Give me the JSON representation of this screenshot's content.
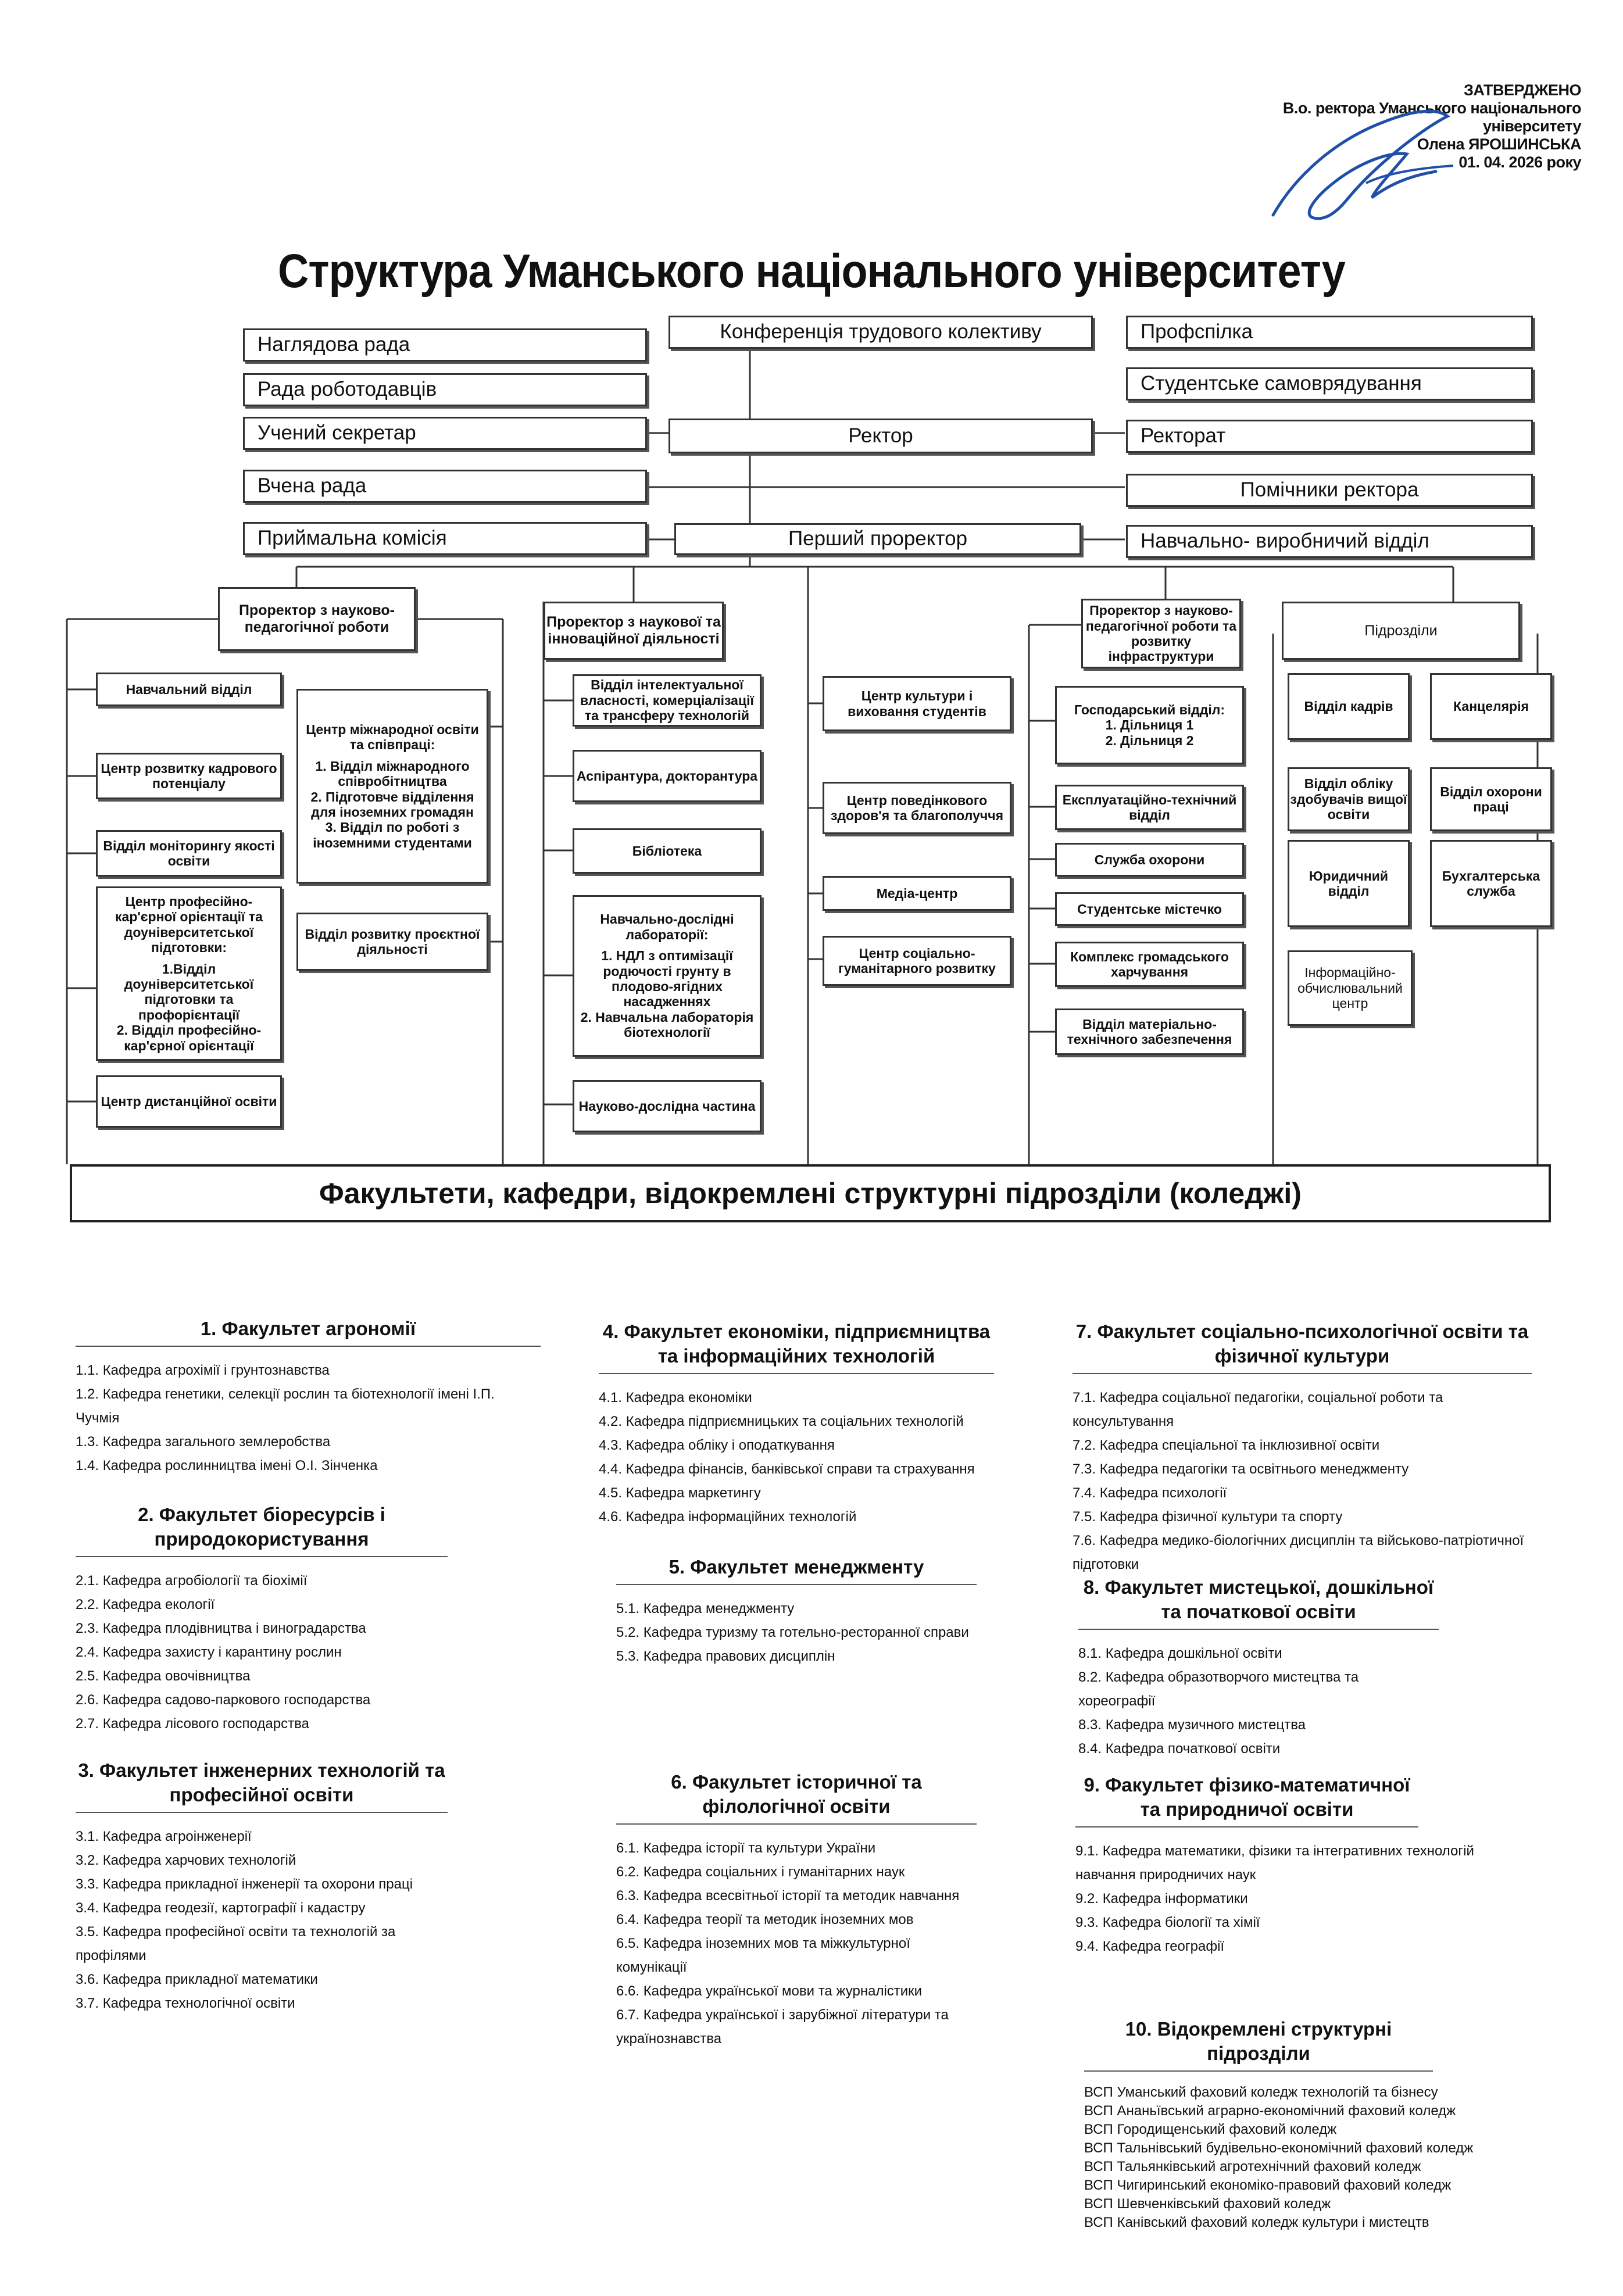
{
  "approval": {
    "line1": "ЗАТВЕРДЖЕНО",
    "line2": "В.о. ректора Уманського національного",
    "line3": "університету",
    "line4": "Олена ЯРОШИНСЬКА",
    "line5": "01. 04. 2026 року"
  },
  "title": "Структура Уманського національного університету",
  "top": {
    "conference": "Конференція трудового колективу",
    "supervisory": "Наглядова рада",
    "employers": "Рада роботодавців",
    "secretary": "Учений секретар",
    "academic_council": "Вчена рада",
    "admission": "Приймальна комісія",
    "rector": "Ректор",
    "first_prorector": "Перший проректор",
    "union": "Профспілка",
    "student_gov": "Студентське самоврядування",
    "rectorate": "Ректорат",
    "assistants": "Помічники ректора",
    "production": "Навчально- виробничий відділ"
  },
  "branches": {
    "ped": {
      "head": "Проректор з науково-педагогічної роботи",
      "items": [
        "Навчальний відділ",
        "Центр розвитку кадрового потенціалу",
        "Відділ моніторингу якості освіти",
        "Центр професійно-кар'єрної орієнтації та доуніверситетської підготовки:",
        "1.Відділ доуніверситетської підготовки та профорієнтації",
        "2. Відділ професійно-кар'єрної орієнтації",
        "Центр дистанційної освіти"
      ],
      "intl_title": "Центр міжнародної освіти та співпраці:",
      "intl_items": [
        "1. Відділ міжнародного співробітництва",
        "2. Підготовче відділення для іноземних громадян",
        "3. Відділ по роботі з іноземними студентами"
      ],
      "project": "Відділ розвитку проєктної діяльності"
    },
    "sci": {
      "head": "Проректор з наукової та інноваційної діяльності",
      "items": [
        "Відділ інтелектуальної власності, комерціалізації та трансферу технологій",
        "Аспірантура, докторантура",
        "Бібліотека"
      ],
      "labs_title": "Навчально-дослідні лабораторії:",
      "labs_items": [
        "1. НДЛ з оптимізації родючості грунту в плодово-ягідних насадженнях",
        "2. Навчальна лабораторія біотехнології"
      ],
      "field": "Науково-дослідна частина"
    },
    "center": {
      "items": [
        "Центр культури і виховання студентів",
        "Центр поведінкового здоров'я та благополуччя",
        "Медіа-центр",
        "Центр соціально-гуманітарного розвитку"
      ]
    },
    "infra": {
      "head": "Проректор з науково-педагогічної роботи та розвитку інфраструктури",
      "household_title": "Господарський відділ:",
      "household_items": [
        "1. Дільниця 1",
        "2. Дільниця 2"
      ],
      "items": [
        "Експлуатаційно-технічний відділ",
        "Служба охорони",
        "Студентське містечко",
        "Комплекс громадського харчування",
        "Відділ матеріально-технічного забезпечення"
      ]
    },
    "units": {
      "head": "Підрозділи",
      "items": [
        "Відділ кадрів",
        "Канцелярія",
        "Відділ обліку здобувачів вищої освіти",
        "Відділ охорони праці",
        "Юридичний відділ",
        "Бухгалтерська служба",
        "Інформаційно-обчислювальний центр"
      ]
    }
  },
  "banner": "Факультети, кафедри, відокремлені структурні підрозділи (коледжі)",
  "faculties": [
    {
      "title": "1. Факультет агрономії",
      "items": [
        "1.1. Кафедра агрохімії і грунтознавства",
        "1.2. Кафедра генетики, селекції рослин та біотехнології імені І.П. Чучмія",
        "1.3. Кафедра загального землеробства",
        "1.4. Кафедра рослинництва імені О.І. Зінченка"
      ]
    },
    {
      "title": "2. Факультет біоресурсів і природокористування",
      "items": [
        "2.1. Кафедра агробіології та біохімії",
        "2.2. Кафедра екології",
        "2.3. Кафедра плодівництва і виноградарства",
        "2.4. Кафедра захисту і карантину рослин",
        "2.5. Кафедра овочівництва",
        "2.6. Кафедра садово-паркового господарства",
        "2.7. Кафедра лісового господарства"
      ]
    },
    {
      "title": "3. Факультет інженерних технологій та професійної освіти",
      "items": [
        "3.1. Кафедра агроінженерії",
        "3.2. Кафедра харчових технологій",
        "3.3. Кафедра прикладної інженерії та охорони праці",
        "3.4. Кафедра геодезії, картографії і кадастру",
        "3.5. Кафедра професійної освіти та технологій за профілями",
        "3.6. Кафедра прикладної математики",
        "3.7. Кафедра технологічної освіти"
      ]
    },
    {
      "title": "4. Факультет економіки, підприємництва та інформаційних технологій",
      "items": [
        "4.1. Кафедра економіки",
        "4.2. Кафедра підприємницьких та соціальних технологій",
        "4.3. Кафедра обліку і оподаткування",
        "4.4. Кафедра фінансів, банківської справи та страхування",
        "4.5. Кафедра маркетингу",
        "4.6. Кафедра інформаційних технологій"
      ]
    },
    {
      "title": "5. Факультет менеджменту",
      "items": [
        "5.1. Кафедра менеджменту",
        "5.2. Кафедра туризму та готельно-ресторанної справи",
        "5.3.  Кафедра правових дисциплін"
      ]
    },
    {
      "title": "6. Факультет історичної та філологічної освіти",
      "items": [
        "6.1. Кафедра історії та культури України",
        "6.2. Кафедра соціальних і гуманітарних наук",
        "6.3. Кафедра всесвітньої історії та методик навчання",
        "6.4. Кафедра теорії та методик іноземних мов",
        "6.5. Кафедра іноземних мов та міжкультурної комунікації",
        "6.6. Кафедра української мови та журналістики",
        "6.7. Кафедра української і зарубіжної літератури та українознавства"
      ]
    },
    {
      "title": "7. Факультет соціально-психологічної освіти та фізичної культури",
      "items": [
        "7.1. Кафедра соціальної педагогіки, соціальної роботи та консультування",
        "7.2. Кафедра спеціальної та інклюзивної освіти",
        "7.3. Кафедра педагогіки та освітнього менеджменту",
        "7.4. Кафедра психології",
        "7.5. Кафедра фізичної культури та спорту",
        "7.6. Кафедра медико-біологічних дисциплін та військово-патріотичної підготовки"
      ]
    },
    {
      "title": "8. Факультет мистецької, дошкільної та початкової освіти",
      "items": [
        "8.1. Кафедра дошкільної освіти",
        "8.2. Кафедра образотворчого мистецтва та хореографії",
        "8.3. Кафедра музичного мистецтва",
        "8.4. Кафедра початкової освіти"
      ]
    },
    {
      "title": "9. Факультет фізико-математичної та природничої освіти",
      "items": [
        "9.1. Кафедра математики, фізики та інтегративних технологій навчання природничих наук",
        "9.2. Кафедра інформатики",
        "9.3. Кафедра біології та хімії",
        "9.4. Кафедра географії"
      ]
    },
    {
      "title": "10. Відокремлені структурні підрозділи",
      "items": [
        "ВСП Уманський фаховий коледж технологій та бізнесу",
        "ВСП Ананьївський аграрно-економічний фаховий коледж",
        "ВСП Городищенський фаховий коледж",
        "ВСП Тальнівський будівельно-економічний фаховий коледж",
        "ВСП Тальянківський агротехнічний фаховий коледж",
        "ВСП Чигиринський економіко-правовий фаховий коледж",
        "ВСП Шевченківський фаховий коледж",
        "ВСП Канівський фаховий коледж культури і мистецтв"
      ]
    }
  ]
}
